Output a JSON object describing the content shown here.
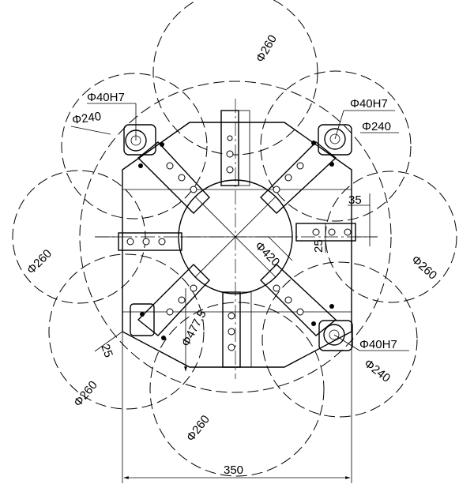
{
  "dimensions": {
    "bore_top_left": "Φ40H7",
    "bore_top_right": "Φ40H7",
    "bore_bottom_right": "Φ40H7",
    "clamp_top_left": "Φ240",
    "clamp_top_right": "Φ240",
    "clamp_bottom_right": "Φ240",
    "swing_top": "Φ260",
    "swing_left": "Φ260",
    "swing_right": "Φ260",
    "swing_bottom_left": "Φ260",
    "swing_bottom": "Φ260",
    "center_circle": "Φ420",
    "pitch_diagonal": "Φ477.5",
    "width": "350",
    "offset_right": "35",
    "offset_right_small": "25",
    "offset_bottom_left": "25"
  },
  "colors": {
    "line": "#000000",
    "background": "#ffffff"
  }
}
